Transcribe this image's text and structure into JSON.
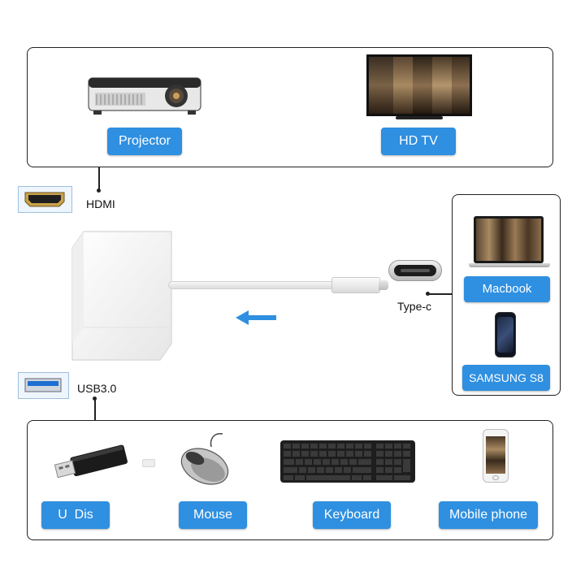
{
  "labels": {
    "projector": "Projector",
    "hdtv": "HD TV",
    "hdmi": "HDMI",
    "typec": "Type-c",
    "macbook": "Macbook",
    "samsung": "SAMSUNG S8",
    "usb": "USB3.0",
    "udis": "U  Dis",
    "mouse": "Mouse",
    "keyboard": "Keyboard",
    "mobile": "Mobile phone"
  },
  "colors": {
    "pill": "#2f8fe0",
    "arrow": "#2f8fe0",
    "port_frame": "#9dbfe0"
  }
}
